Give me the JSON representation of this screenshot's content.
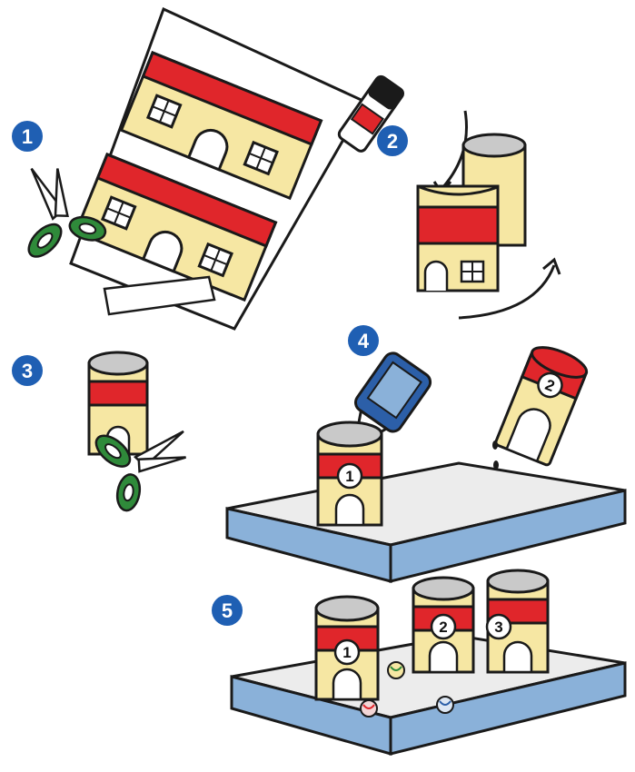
{
  "steps": [
    {
      "number": "1"
    },
    {
      "number": "2"
    },
    {
      "number": "3"
    },
    {
      "number": "4"
    },
    {
      "number": "5"
    }
  ],
  "tube_labels": {
    "step4_glued_tube": "1",
    "step4_falling_tube": "2",
    "step5_tube_a": "1",
    "step5_tube_b": "2",
    "step5_tube_c": "3"
  },
  "colors": {
    "badge": "#1f5fb3",
    "roof_red": "#e0262b",
    "wall_yellow": "#f6e7a3",
    "tray_blue": "#8ab1d9",
    "scissors_green": "#2f8a3a",
    "outline": "#1a1a1a",
    "tube_inner": "#c9c9c9"
  },
  "icons": [
    "scissors-icon",
    "glue-stick-icon",
    "glue-bottle-icon",
    "rotate-arrow-icon",
    "marble-icon"
  ]
}
